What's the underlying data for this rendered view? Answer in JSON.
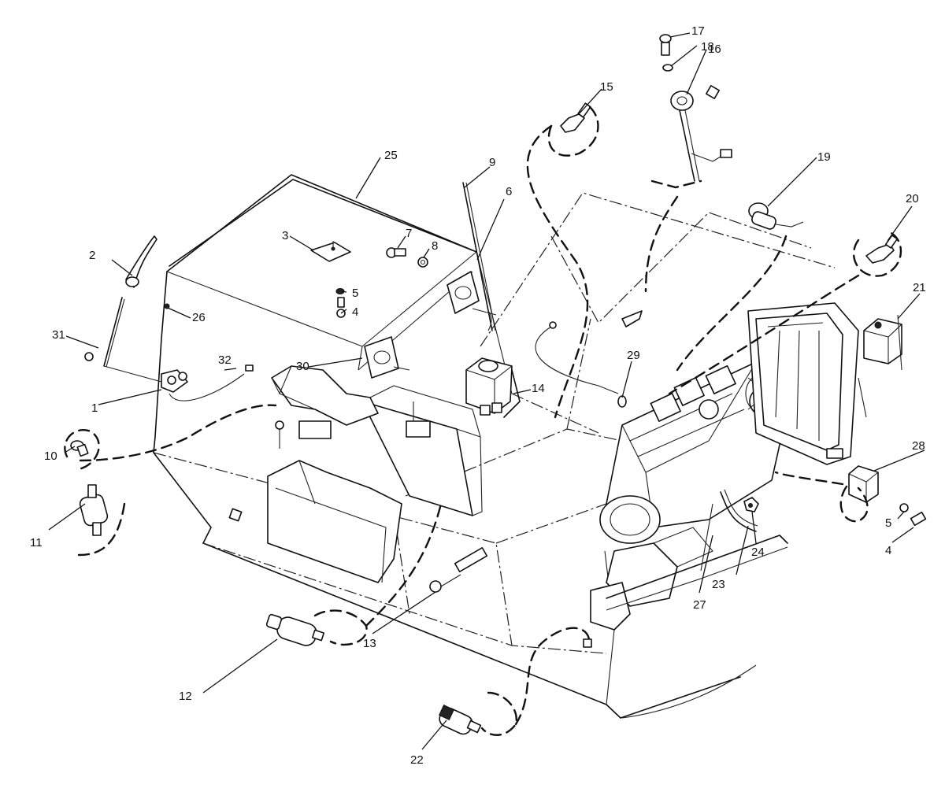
{
  "callouts": [
    {
      "key": "c1",
      "text": "1"
    },
    {
      "key": "c2",
      "text": "2"
    },
    {
      "key": "c3",
      "text": "3"
    },
    {
      "key": "c4a",
      "text": "4"
    },
    {
      "key": "c4b",
      "text": "4"
    },
    {
      "key": "c5a",
      "text": "5"
    },
    {
      "key": "c5b",
      "text": "5"
    },
    {
      "key": "c6",
      "text": "6"
    },
    {
      "key": "c7",
      "text": "7"
    },
    {
      "key": "c8",
      "text": "8"
    },
    {
      "key": "c9",
      "text": "9"
    },
    {
      "key": "c10",
      "text": "10"
    },
    {
      "key": "c11",
      "text": "11"
    },
    {
      "key": "c12",
      "text": "12"
    },
    {
      "key": "c13",
      "text": "13"
    },
    {
      "key": "c14",
      "text": "14"
    },
    {
      "key": "c15",
      "text": "15"
    },
    {
      "key": "c16",
      "text": "16"
    },
    {
      "key": "c17",
      "text": "17"
    },
    {
      "key": "c18",
      "text": "18"
    },
    {
      "key": "c19",
      "text": "19"
    },
    {
      "key": "c20",
      "text": "20"
    },
    {
      "key": "c21",
      "text": "21"
    },
    {
      "key": "c22",
      "text": "22"
    },
    {
      "key": "c23",
      "text": "23"
    },
    {
      "key": "c24",
      "text": "24"
    },
    {
      "key": "c25",
      "text": "25"
    },
    {
      "key": "c26",
      "text": "26"
    },
    {
      "key": "c27",
      "text": "27"
    },
    {
      "key": "c28",
      "text": "28"
    },
    {
      "key": "c29",
      "text": "29"
    },
    {
      "key": "c30",
      "text": "30"
    },
    {
      "key": "c31",
      "text": "31"
    },
    {
      "key": "c32",
      "text": "32"
    }
  ]
}
